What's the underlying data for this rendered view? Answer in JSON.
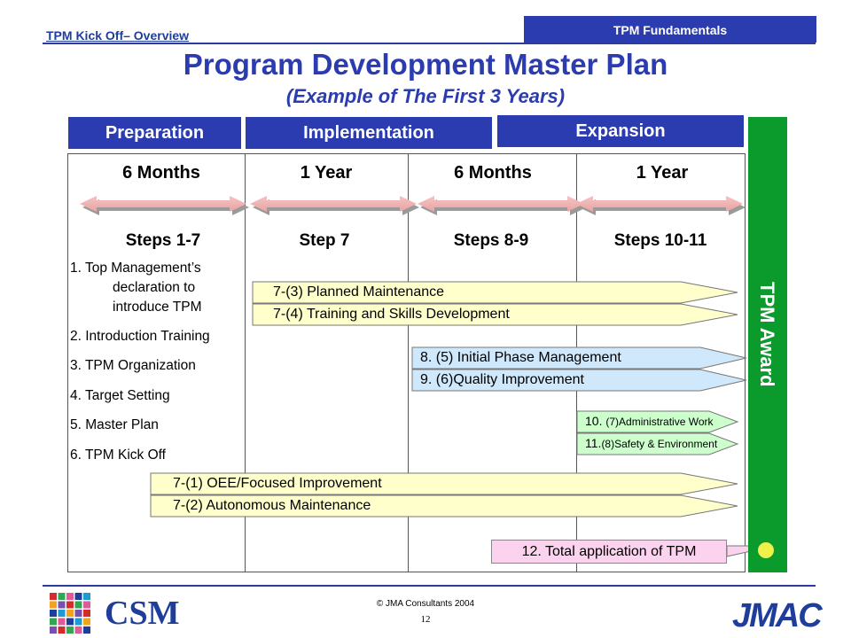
{
  "header": {
    "overview_link": "TPM Kick Off– Overview",
    "fundamentals": "TPM Fundamentals",
    "title": "Program Development Master Plan",
    "subtitle": "(Example of The First 3 Years)"
  },
  "phases": {
    "preparation": "Preparation",
    "implementation": "Implementation",
    "expansion": "Expansion"
  },
  "durations": [
    "6 Months",
    "1 Year",
    "6 Months",
    "1 Year"
  ],
  "steps": [
    "Steps 1-7",
    "Step 7",
    "Steps 8-9",
    "Steps 10-11"
  ],
  "list": {
    "item1_line1": "1.  Top Management’s",
    "item1_line2": "declaration to",
    "item1_line3": "introduce TPM",
    "item2": "2.  Introduction Training",
    "item3": "3.  TPM Organization",
    "item4": "4.  Target Setting",
    "item5": "5.  Master Plan",
    "item6": "6.  TPM Kick Off"
  },
  "arrows": {
    "planned_maintenance": "7-(3) Planned Maintenance",
    "training": "7-(4) Training and Skills Development",
    "initial_phase": "8. (5) Initial Phase Management",
    "quality": "9. (6)Quality Improvement",
    "admin_num": "10. ",
    "admin": "(7)Administrative Work",
    "safety_num": "11.",
    "safety": "(8)Safety & Environment",
    "oee": "7-(1) OEE/Focused Improvement",
    "autonomous": "7-(2) Autonomous Maintenance"
  },
  "total": "12. Total application of TPM",
  "award": "TPM Award",
  "footer": {
    "copyright": "© JMA Consultants 2004",
    "page": "12",
    "logo_left": "CSM",
    "logo_right": "JMAC"
  },
  "colors": {
    "navy": "#2b3cb0",
    "award_green": "#0b9a2c",
    "yellow_arrow": "#ffffcc",
    "blue_arrow": "#cfe8fb",
    "green_arrow": "#ccffcc",
    "pink_box": "#fbd3ee"
  }
}
